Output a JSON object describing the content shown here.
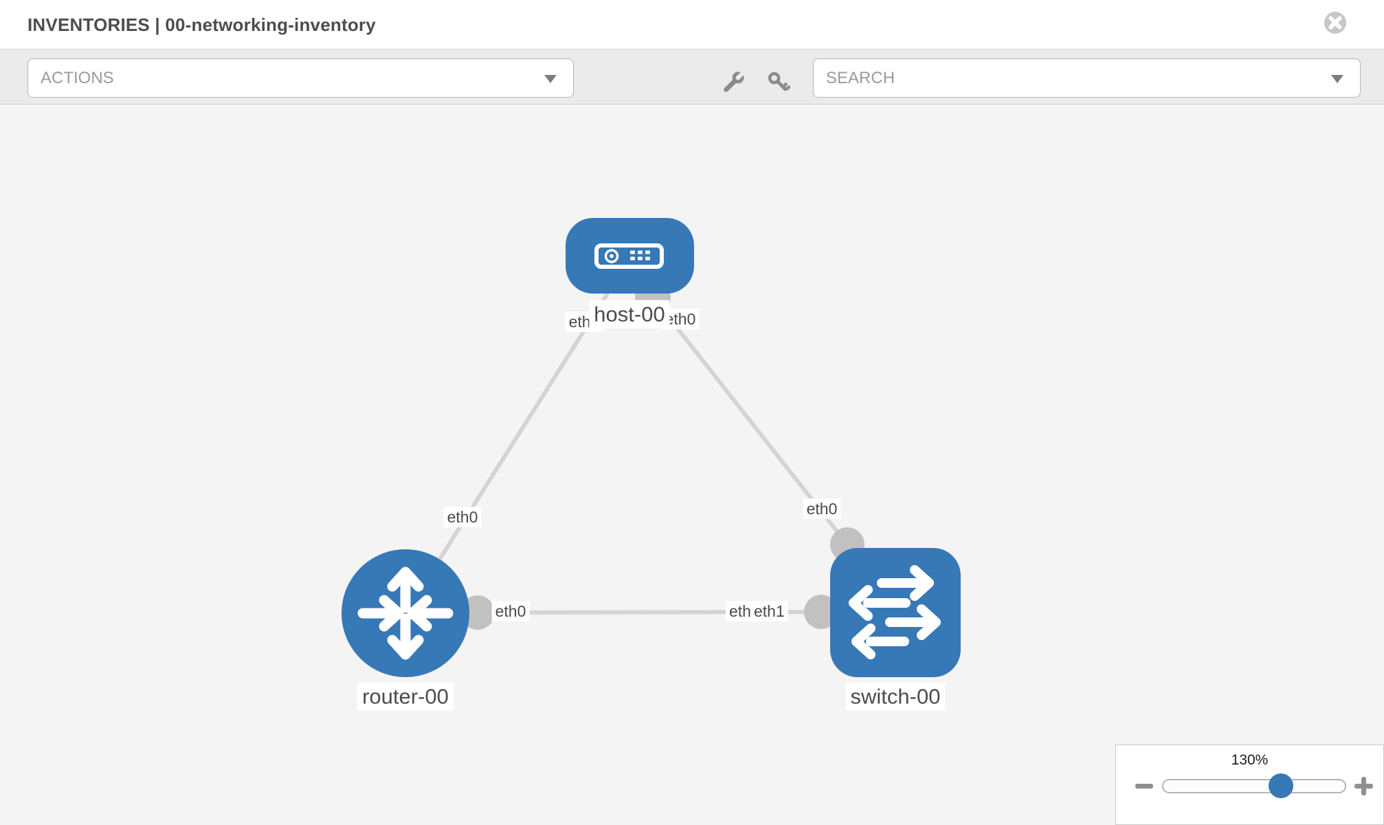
{
  "header": {
    "title_prefix": "INVENTORIES",
    "title_separator": "|",
    "inventory_name": "00-networking-inventory"
  },
  "toolbar": {
    "actions_label": "ACTIONS",
    "search_label": "SEARCH"
  },
  "topology": {
    "nodes": [
      {
        "label": "host-00",
        "type": "host"
      },
      {
        "label": "router-00",
        "type": "router"
      },
      {
        "label": "switch-00",
        "type": "switch"
      }
    ],
    "links": [
      {
        "from": "host-00",
        "to": "router-00",
        "from_interface": "eth0",
        "to_interface": "eth0"
      },
      {
        "from": "host-00",
        "to": "switch-00",
        "from_interface": "eth0",
        "to_interface": "eth0"
      },
      {
        "from": "router-00",
        "to": "switch-00",
        "from_interface": "eth0",
        "to_interface": "eth1",
        "overlapped_interface_label": "eth0"
      }
    ]
  },
  "zoom_control": {
    "level": "130%"
  },
  "colors": {
    "node_blue": "#3778b7",
    "link_gray": "#d4d4d4",
    "connector_gray": "#c1c1c1",
    "canvas_bg": "#f4f4f4",
    "toolbar_bg": "#ebebeb",
    "icon_gray": "#8b8b8b"
  }
}
